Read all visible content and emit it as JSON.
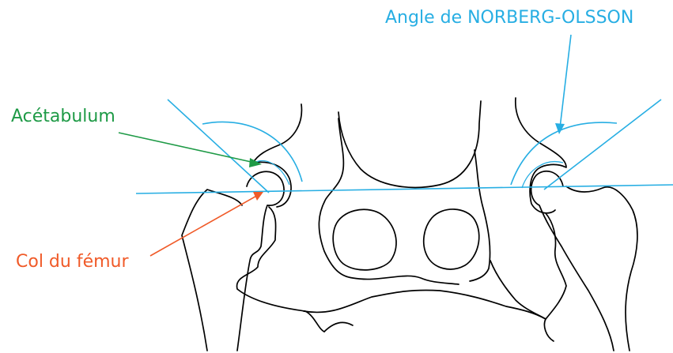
{
  "labels": {
    "norberg": "Angle de NORBERG-OLSSON",
    "acetabulum": "Acétabulum",
    "col_femur": "Col du fémur"
  },
  "colors": {
    "angle": "#27AEE3",
    "acetabulum": "#1E9A46",
    "col_femur": "#F05A28",
    "outline": "#000000",
    "background": "#FFFFFF"
  }
}
